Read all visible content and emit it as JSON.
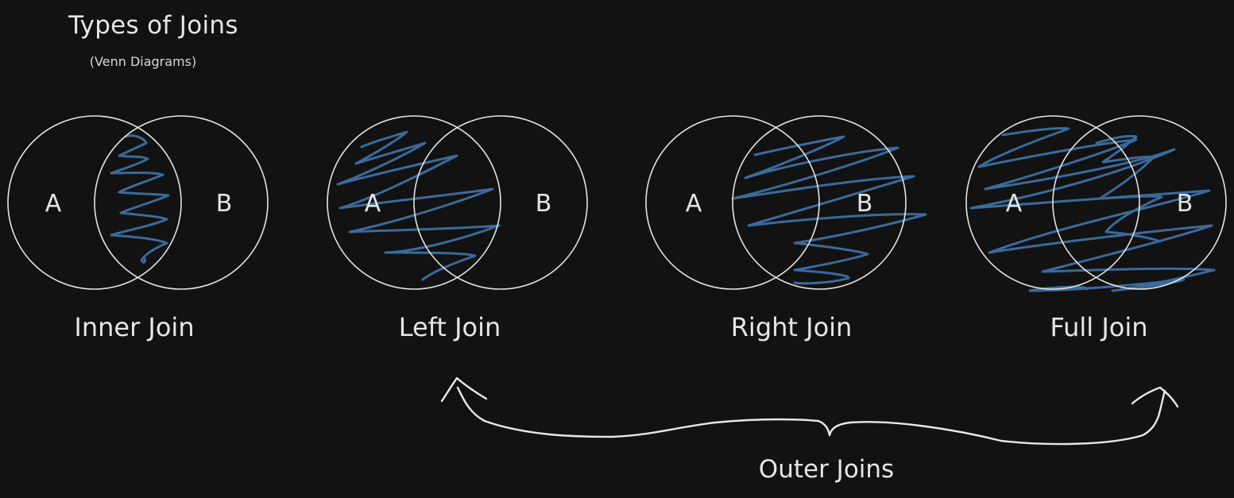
{
  "title": "Types of Joins",
  "subtitle": "(Venn Diagrams)",
  "colors": {
    "background": "#121212",
    "outline": "#e5e5e5",
    "highlight": "#3b6a9b"
  },
  "joins": [
    {
      "name": "Inner Join",
      "set_a": "A",
      "set_b": "B",
      "shaded": "intersection"
    },
    {
      "name": "Left Join",
      "set_a": "A",
      "set_b": "B",
      "shaded": "left"
    },
    {
      "name": "Right Join",
      "set_a": "A",
      "set_b": "B",
      "shaded": "right"
    },
    {
      "name": "Full Join",
      "set_a": "A",
      "set_b": "B",
      "shaded": "all"
    }
  ],
  "outer_label": "Outer Joins"
}
